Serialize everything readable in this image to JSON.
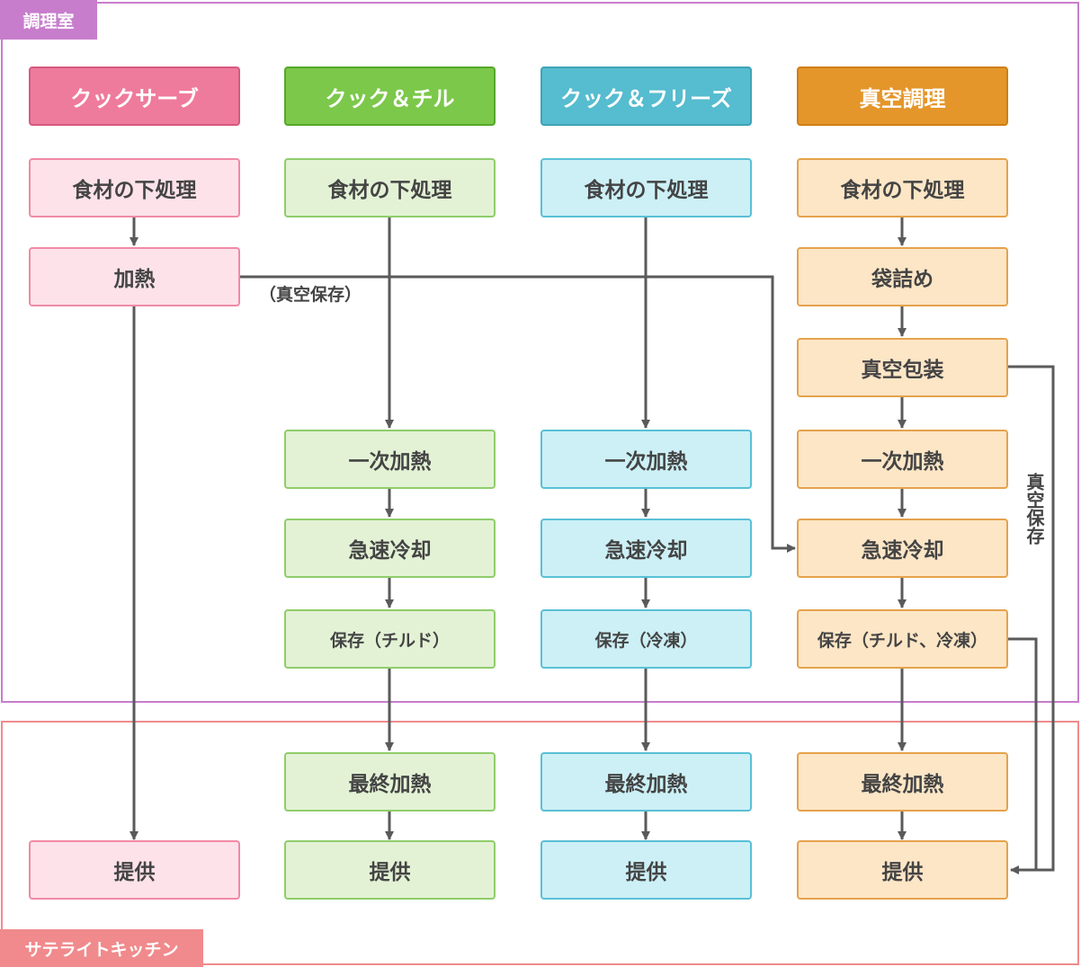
{
  "regions": {
    "kitchen": "調理室",
    "satellite": "サテライトキッチン"
  },
  "columns": {
    "cook_serve": {
      "header": "クックサーブ",
      "steps": {
        "prep": "食材の下処理",
        "heat": "加熱",
        "serve": "提供"
      }
    },
    "cook_chill": {
      "header": "クック＆チル",
      "steps": {
        "prep": "食材の下処理",
        "primary_heat": "一次加熱",
        "rapid_cool": "急速冷却",
        "store": "保存（チルド）",
        "final_heat": "最終加熱",
        "serve": "提供"
      }
    },
    "cook_freeze": {
      "header": "クック＆フリーズ",
      "steps": {
        "prep": "食材の下処理",
        "primary_heat": "一次加熱",
        "rapid_cool": "急速冷却",
        "store": "保存（冷凍）",
        "final_heat": "最終加熱",
        "serve": "提供"
      }
    },
    "vacuum": {
      "header": "真空調理",
      "steps": {
        "prep": "食材の下処理",
        "bagging": "袋詰め",
        "vacuum_pack": "真空包装",
        "primary_heat": "一次加熱",
        "rapid_cool": "急速冷却",
        "store": "保存（チルド、冷凍）",
        "final_heat": "最終加熱",
        "serve": "提供"
      }
    }
  },
  "edge_labels": {
    "heat_to_vacuum": "（真空保存）",
    "vacuum_storage": "真空保存"
  },
  "colors": {
    "kitchen_frame": "#c77dcc",
    "satellite_frame": "#f08a8c",
    "cook_serve": "#ef7b9c",
    "cook_chill": "#7cc84a",
    "cook_freeze": "#56bccf",
    "vacuum": "#e4962a",
    "arrow": "#5a5a5a"
  }
}
